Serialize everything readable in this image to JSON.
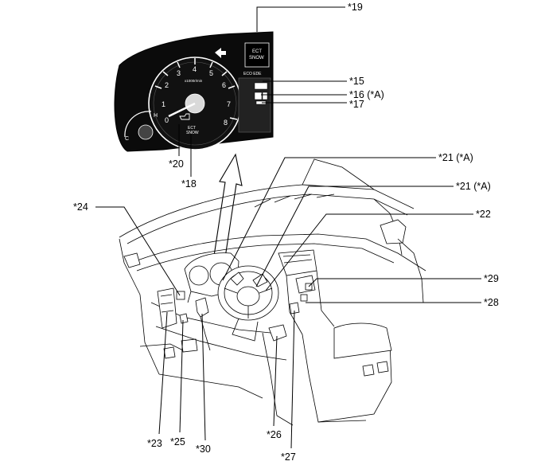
{
  "gauge": {
    "tach_numbers": [
      "1",
      "2",
      "3",
      "4",
      "5",
      "6",
      "7",
      "8",
      "0"
    ],
    "tach_unit": "x1000r/min",
    "temp_h": "H",
    "temp_c": "C",
    "snow_indicator": [
      "ECT",
      "SNOW"
    ],
    "ect_snow_panel": [
      "ECT",
      "SNOW"
    ],
    "panel_small_text": "ECO EDE"
  },
  "callouts": {
    "c15": "*15",
    "c16": "*16 (*A)",
    "c17": "*17",
    "c18": "*18",
    "c19": "*19",
    "c20": "*20",
    "c21a": "*21 (*A)",
    "c21b": "*21 (*A)",
    "c22": "*22",
    "c23": "*23",
    "c24": "*24",
    "c25": "*25",
    "c26": "*26",
    "c27": "*27",
    "c28": "*28",
    "c29": "*29",
    "c30": "*30"
  }
}
